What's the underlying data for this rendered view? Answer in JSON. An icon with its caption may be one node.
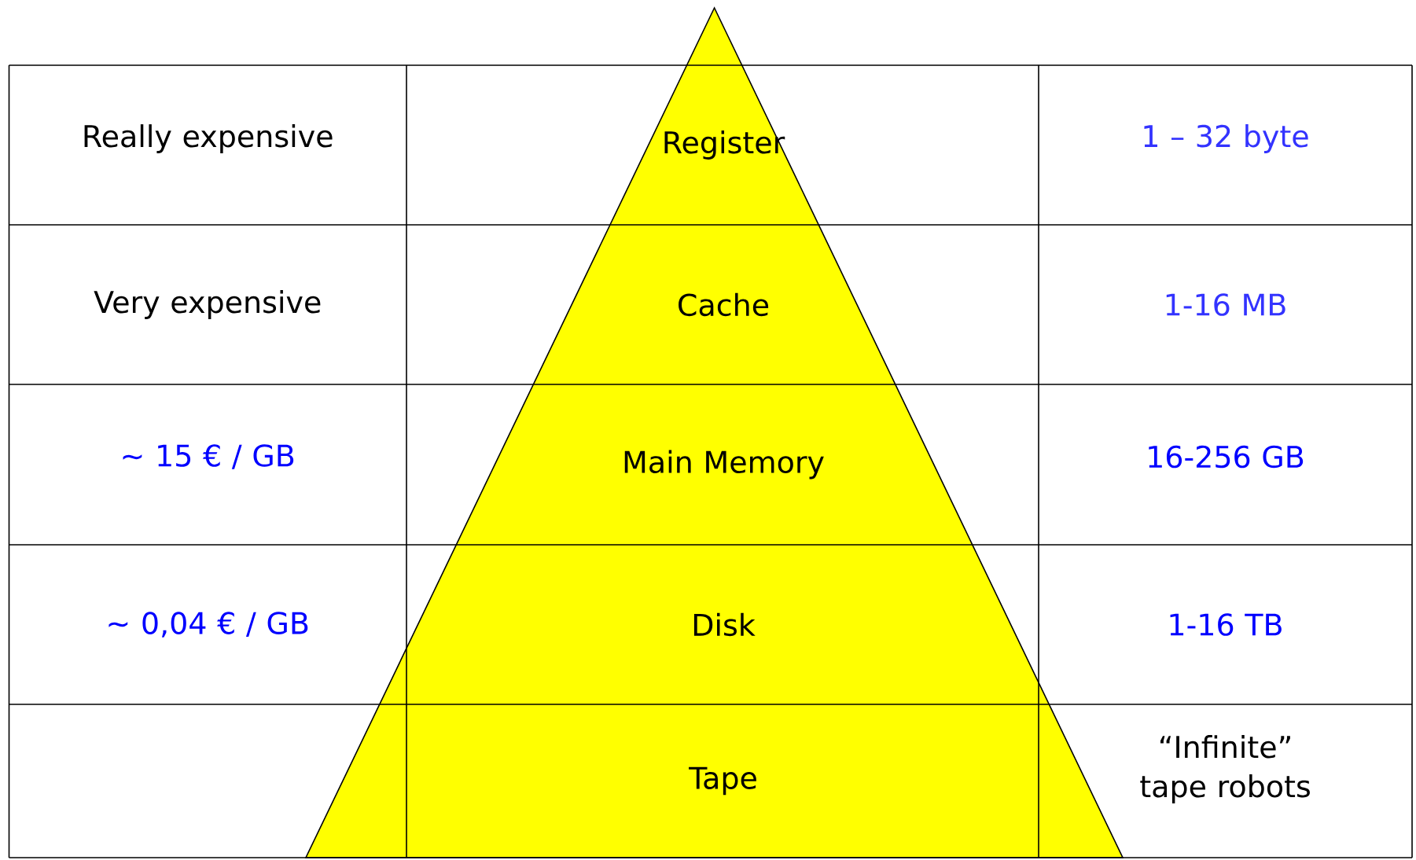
{
  "diagram": {
    "labels": [
      "Really expensive",
      "Register",
      "1 – 32 byte",
      "Very expensive",
      "Cache",
      "1-16 MB",
      "~ 15 € / GB",
      "Main Memory",
      "16-256 GB",
      "~ 0,04 € / GB",
      "Disk",
      "1-16 TB",
      "Tape",
      "“Infinite” tape robots"
    ]
  }
}
